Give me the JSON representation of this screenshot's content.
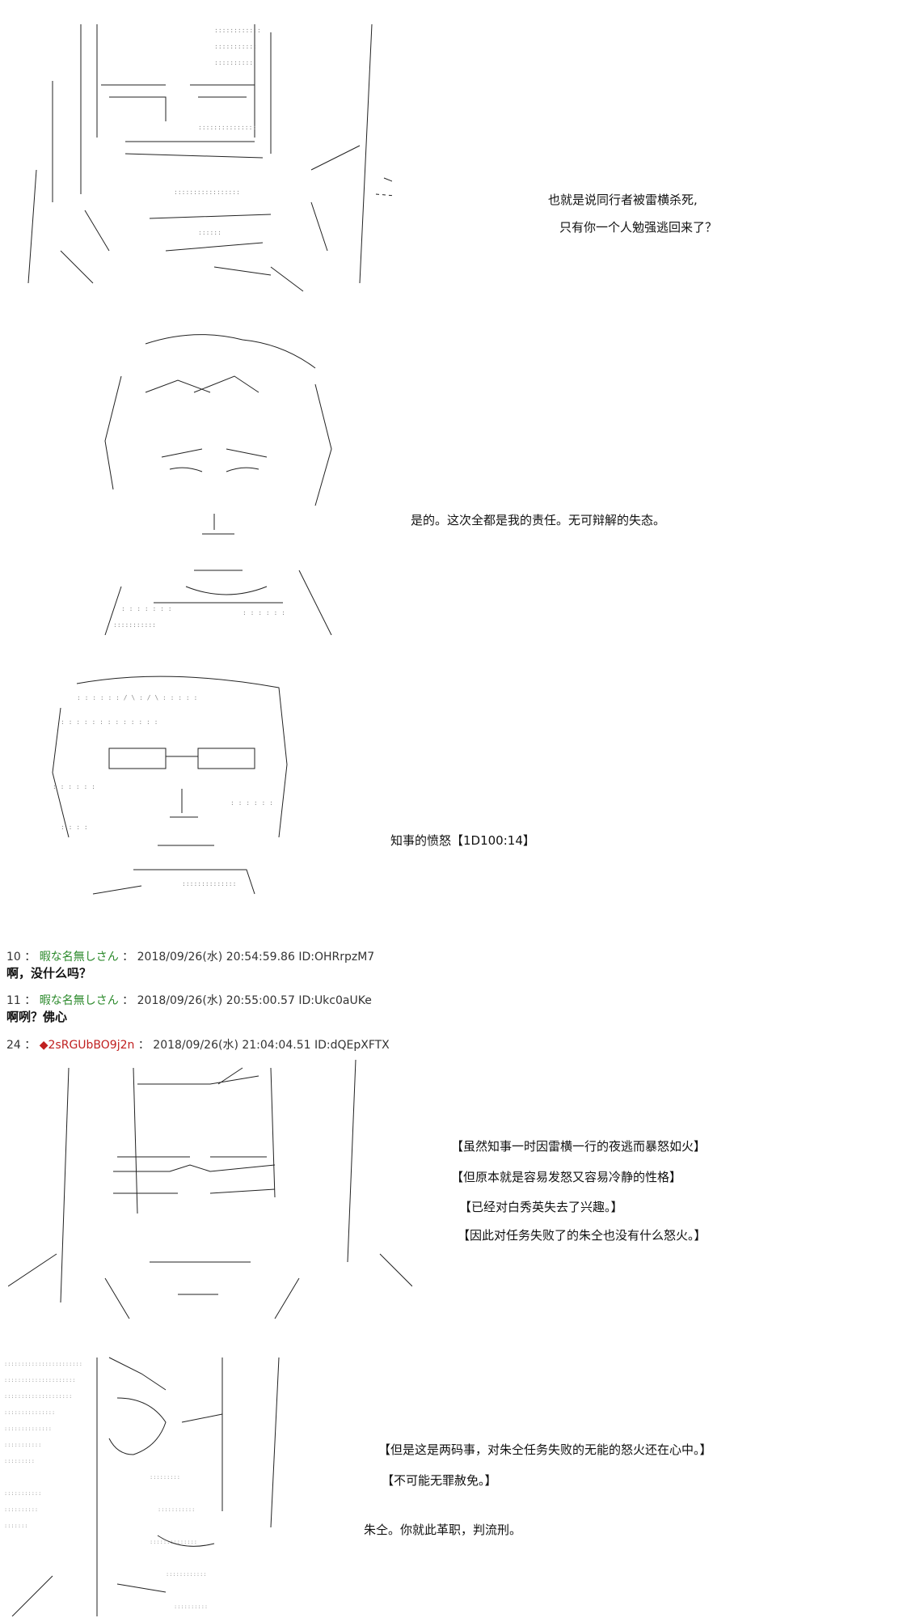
{
  "panels": [
    {
      "captions": [
        "也就是说同行者被雷横杀死,",
        "只有你一个人勉强逃回来了？"
      ]
    },
    {
      "captions": [
        "是的。这次全都是我的责任。无可辩解的失态。"
      ]
    },
    {
      "captions": [
        "知事的愤怒【1D100:14】"
      ]
    }
  ],
  "posts": [
    {
      "num": "10",
      "name": "暇な名無しさん",
      "date": "2018/09/26(水) 20:54:59.86",
      "id": "ID:OHRrpzM7",
      "body": "啊，没什么吗？"
    },
    {
      "num": "11",
      "name": "暇な名無しさん",
      "date": "2018/09/26(水) 20:55:00.57",
      "id": "ID:Ukc0aUKe",
      "body": "啊咧？佛心"
    },
    {
      "num": "24",
      "name": "2sRGUbBO9j2n",
      "date": "2018/09/26(水) 21:04:04.51",
      "id": "ID:dQEpXFTX"
    }
  ],
  "narration": [
    "【虽然知事一时因雷横一行的夜逃而暴怒如火】",
    "【但原本就是容易发怒又容易冷静的性格】",
    "【已经对白秀英失去了兴趣。】",
    "【因此对任务失败了的朱仝也没有什么怒火。】"
  ],
  "final": {
    "narration": [
      "【但是这是两码事，对朱仝任务失败的无能的怒火还在心中。】",
      "【不可能无罪赦免。】"
    ],
    "line": "朱仝。你就此革职，判流刑。"
  },
  "colors": {
    "name_green": "#2c8a2c",
    "name_red": "#c02020"
  }
}
